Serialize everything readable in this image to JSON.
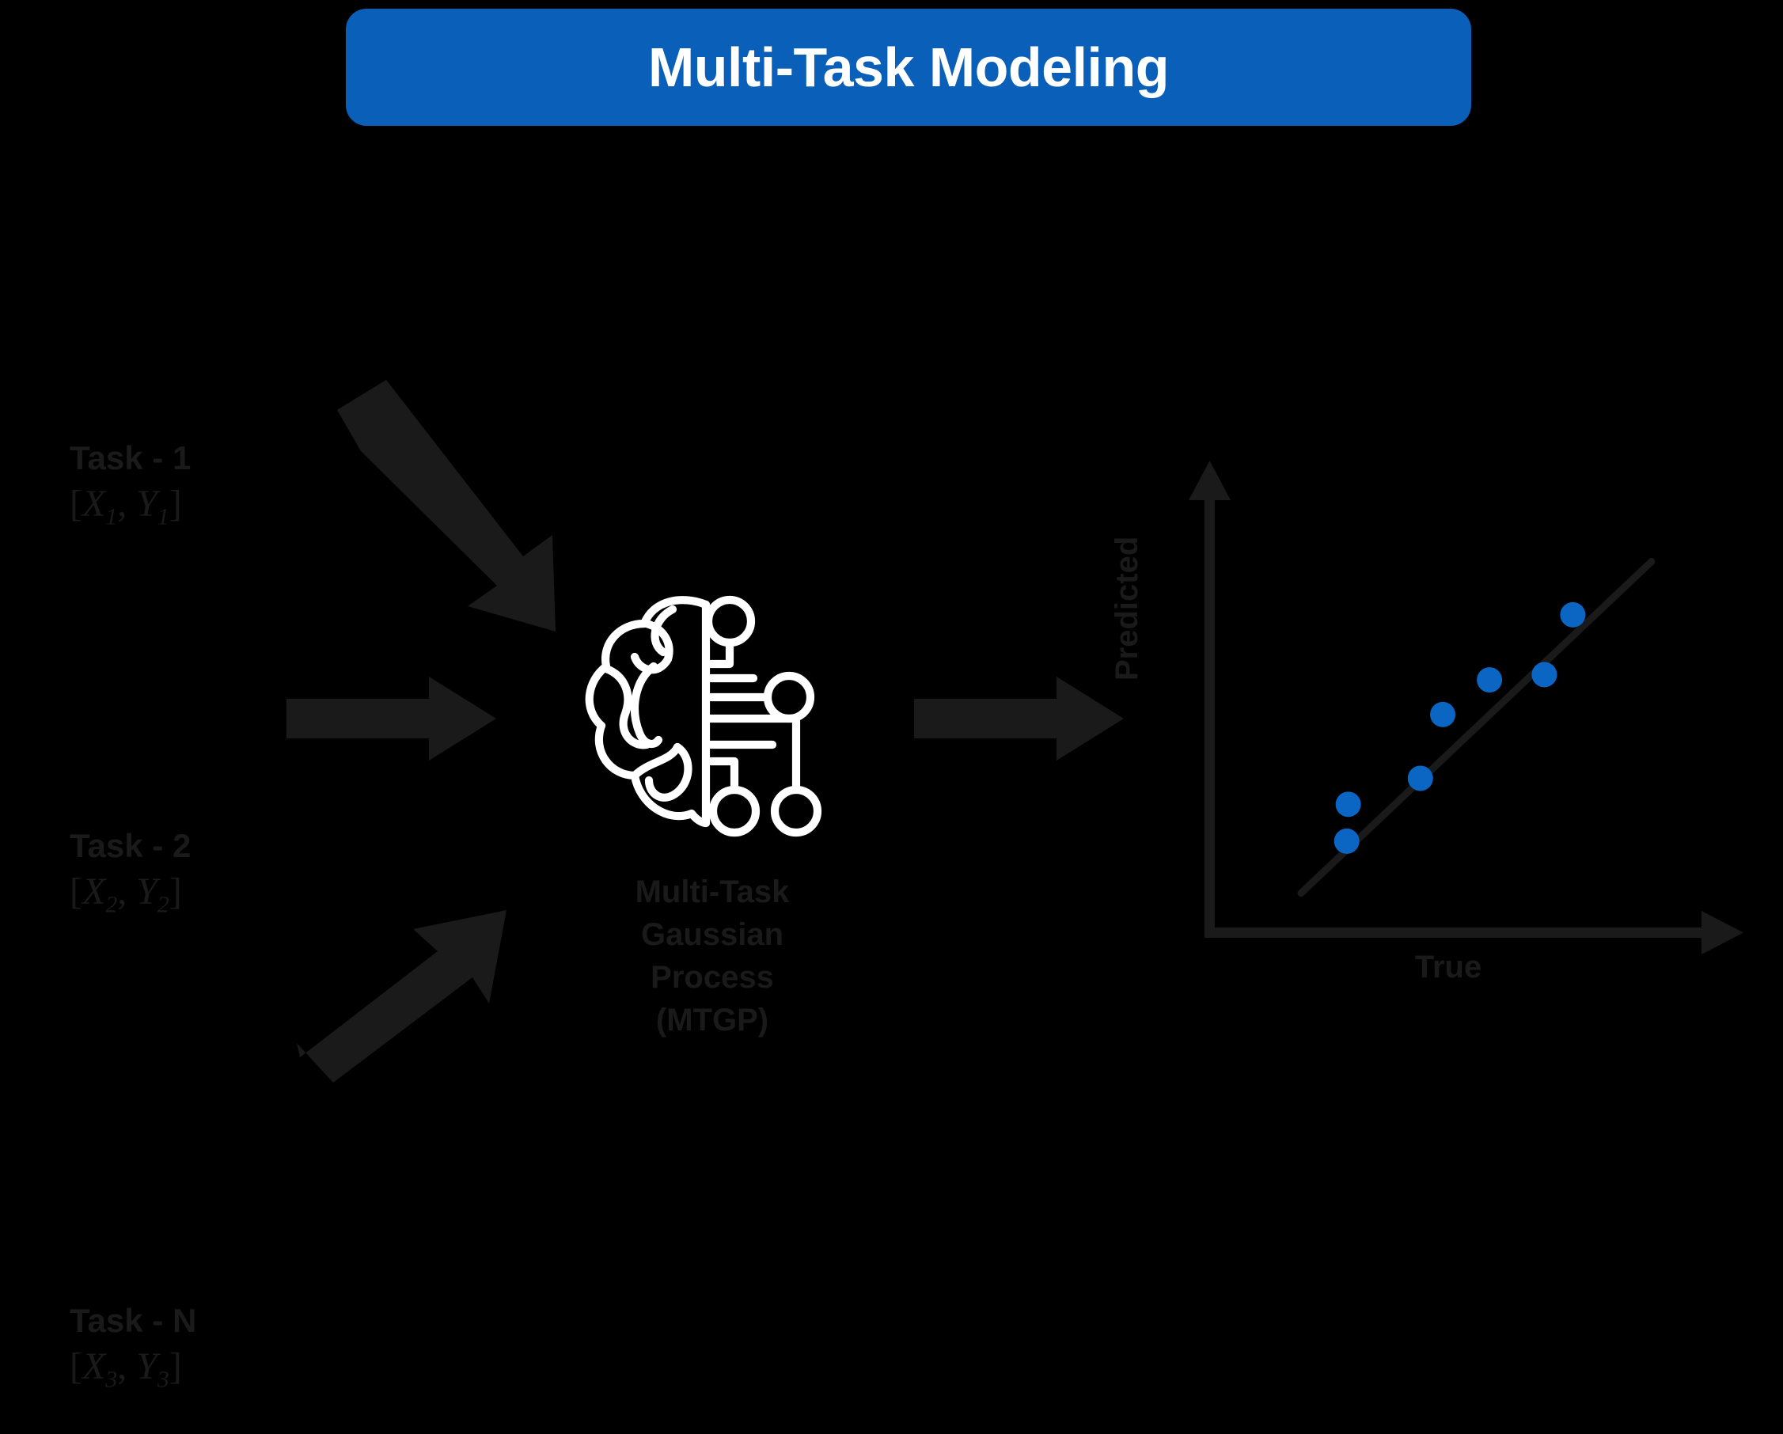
{
  "header": {
    "title": "Multi-Task Modeling",
    "banner_color": "#0A5FB8",
    "title_color": "#FFFFFF"
  },
  "inputs": {
    "label_color": "#1A1A1A",
    "tasks": [
      {
        "name": "Task - 1",
        "vars_open": "[",
        "x_sym": "X",
        "x_sub": "1",
        "comma": ", ",
        "y_sym": "Y",
        "y_sub": "1",
        "vars_close": "]"
      },
      {
        "name": "Task - 2",
        "vars_open": "[",
        "x_sym": "X",
        "x_sub": "2",
        "comma": ", ",
        "y_sym": "Y",
        "y_sub": "2",
        "vars_close": "]"
      },
      {
        "name": "Task - N",
        "vars_open": "[",
        "x_sym": "X",
        "x_sub": "3",
        "comma": ", ",
        "y_sym": "Y",
        "y_sub": "3",
        "vars_close": "]"
      }
    ]
  },
  "model": {
    "icon_name": "brain-circuit-icon",
    "icon_color": "#FFFFFF",
    "caption_lines": [
      "Multi-Task",
      "Gaussian",
      "Process",
      "(MTGP)"
    ],
    "caption_color": "#1A1A1A"
  },
  "arrows": {
    "color": "#1A1A1A",
    "items": [
      {
        "name": "input-arrow-task-1",
        "direction": "down-right"
      },
      {
        "name": "input-arrow-task-2",
        "direction": "right"
      },
      {
        "name": "input-arrow-task-n",
        "direction": "up-right"
      },
      {
        "name": "output-arrow",
        "direction": "right"
      }
    ]
  },
  "chart_data": {
    "type": "scatter",
    "title": "",
    "xlabel": "True",
    "ylabel": "Predicted",
    "xlim": [
      0,
      10
    ],
    "ylim": [
      0,
      10
    ],
    "grid": false,
    "legend": false,
    "axis_style": "arrow-axes",
    "axis_color": "#1A1A1A",
    "point_color": "#0A66C2",
    "point_radius": 16,
    "line_color": "#1A1A1A",
    "points": [
      {
        "x": 2.55,
        "y": 2.1
      },
      {
        "x": 2.58,
        "y": 2.95
      },
      {
        "x": 4.0,
        "y": 3.55
      },
      {
        "x": 4.44,
        "y": 5.02
      },
      {
        "x": 5.36,
        "y": 5.82
      },
      {
        "x": 6.44,
        "y": 5.94
      },
      {
        "x": 7.0,
        "y": 7.32
      }
    ],
    "fit_line": {
      "x0": 1.65,
      "y0": 0.9,
      "x1": 8.55,
      "y1": 8.55
    }
  }
}
